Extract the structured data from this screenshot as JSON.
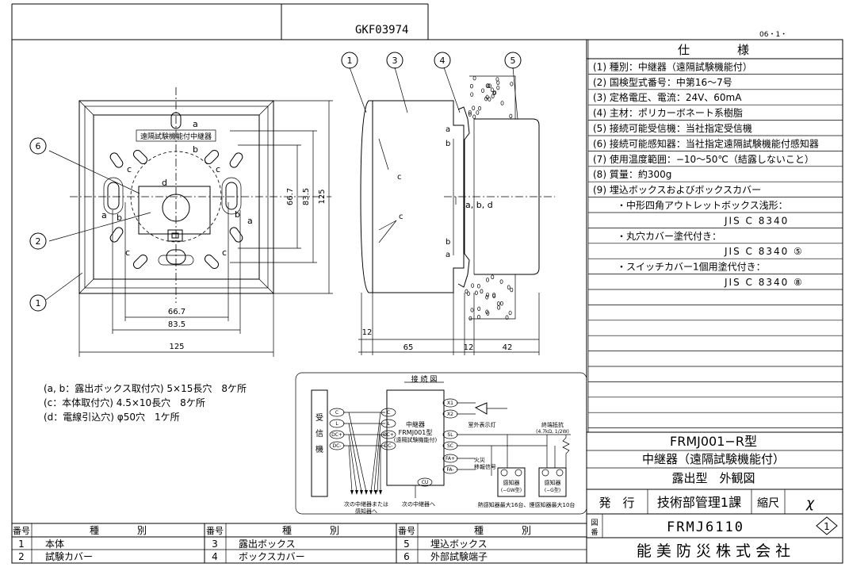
{
  "title_block": {
    "doc_code": "GKF03974",
    "date": "06・1・",
    "product_model": "FRMJ001−R型",
    "product_name": "中継器（遠隔試験機能付）",
    "product_subtitle": "露出型　外観図",
    "issue_label": "発　行",
    "issuer": "技術部管理1課",
    "scale_label": "縮尺",
    "scale_value": "χ",
    "drawing_no_label": "図番",
    "drawing_no": "FRMJ6110",
    "revision": "1",
    "company": "能 美 防 災 株 式 会 社"
  },
  "spec": {
    "heading": "仕　　　　様",
    "items": [
      "(1) 種別：中継器（遠隔試験機能付）",
      "(2) 国検型式番号：中第16〜7号",
      "(3) 定格電圧、電流：24V、60mA",
      "(4) 主材：ポリカーボネート系樹脂",
      "(5) 接続可能受信機：当社指定受信機",
      "(6) 接続可能感知器：当社指定遠隔試験機能付感知器",
      "(7) 使用温度範囲：−10〜50℃（結露しないこと）",
      "(8) 質量：約300g",
      "(9) 埋込ボックスおよびボックスカバー",
      "・中形四角アウトレットボックス浅形：",
      "JIS C 8340",
      "・丸穴カバー塗代付き：",
      "JIS C 8340 ⑤",
      "・スイッチカバー1個用塗代付き：",
      "JIS C 8340 ⑧"
    ]
  },
  "notes": [
    "(a, b：露出ボックス取付穴) 5×15長穴　8ケ所",
    "(c：本体取付穴) 4.5×10長穴　8ケ所",
    "(d：電線引込穴) φ50穴　1ケ所"
  ],
  "front_view": {
    "label_text": "遠隔試験機能付中継器",
    "dims": {
      "w_inner": "66.7",
      "w_mid": "83.5",
      "w_outer": "125",
      "h_inner": "66.7",
      "h_mid": "83.5",
      "h_outer": "125"
    },
    "hole_labels": [
      "a",
      "b",
      "c",
      "d"
    ],
    "callouts": [
      "1",
      "2",
      "6"
    ]
  },
  "side_view": {
    "callouts": [
      "1",
      "3",
      "4",
      "5"
    ],
    "dims": [
      "12",
      "65",
      "12",
      "42"
    ],
    "center_label": "a, b, d",
    "hole_labels": [
      "a",
      "b",
      "c"
    ]
  },
  "wiring": {
    "title": "接 続 図",
    "receiver": "受信機",
    "receiver_terminals": [
      "C",
      "L",
      "DC+",
      "DC-"
    ],
    "relay_terminals": [
      "C",
      "L",
      "DC+",
      "DC-"
    ],
    "relay_name": "中継器",
    "relay_model": "FRMJ001型",
    "relay_feature": "(遠隔試験機能付)",
    "right_terminals": [
      "X1",
      "X2",
      "SL",
      "SC",
      "FA+",
      "FA-"
    ],
    "cu": "CU",
    "indicator": "室外表示灯",
    "end_resistor": "終端抵抗",
    "end_resistor_spec": "(4.7kΩ, 1/2W)",
    "fire_signal_1": "火災",
    "fire_signal_2": "移報信号",
    "detector_gw": "感知器",
    "detector_gw_type": "(−GW型)",
    "detector_g": "感知器",
    "detector_g_type": "(−G型)",
    "next_relay": "次の中継器または",
    "next_relay_2": "感知器へ",
    "next_relay_cu": "次の中継器へ",
    "max_note": "熱感知器最大16台、煙感知器最大10台"
  },
  "parts_table": {
    "headers": {
      "no": "番号",
      "name": "種　　　　別"
    },
    "parts": [
      {
        "no": "1",
        "name": "本体"
      },
      {
        "no": "2",
        "name": "試験カバー"
      },
      {
        "no": "3",
        "name": "露出ボックス"
      },
      {
        "no": "4",
        "name": "ボックスカバー"
      },
      {
        "no": "5",
        "name": "埋込ボックス"
      },
      {
        "no": "6",
        "name": "外部試験端子"
      }
    ]
  }
}
